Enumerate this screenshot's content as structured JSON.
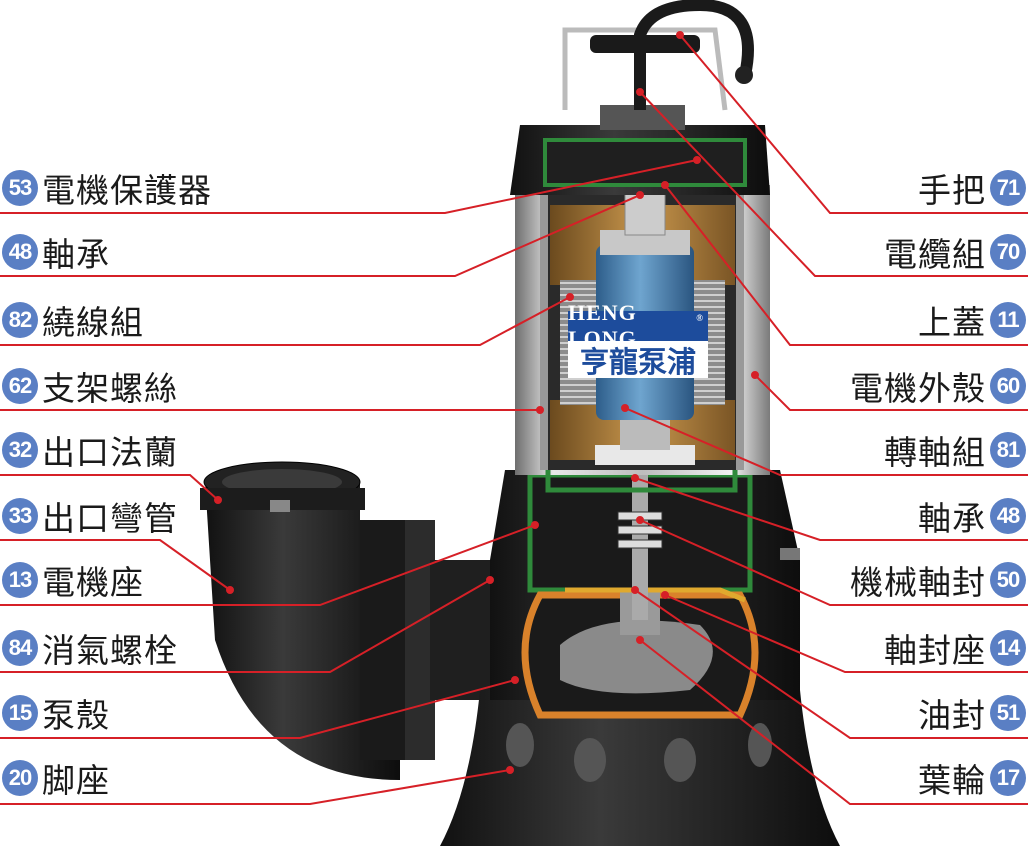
{
  "brand": {
    "name_en": "HENG LONG",
    "registered": "®",
    "name_zh": "亨龍泵浦"
  },
  "colors": {
    "badge": "#5a7fc4",
    "leader_line": "#d62027",
    "text": "#1a1a1a"
  },
  "left_labels": [
    {
      "num": "53",
      "text": "電機保護器"
    },
    {
      "num": "48",
      "text": "軸承"
    },
    {
      "num": "82",
      "text": "繞線組"
    },
    {
      "num": "62",
      "text": "支架螺絲"
    },
    {
      "num": "32",
      "text": "出口法蘭"
    },
    {
      "num": "33",
      "text": "出口彎管"
    },
    {
      "num": "13",
      "text": "電機座"
    },
    {
      "num": "84",
      "text": "消氣螺栓"
    },
    {
      "num": "15",
      "text": "泵殼"
    },
    {
      "num": "20",
      "text": "脚座"
    }
  ],
  "right_labels": [
    {
      "num": "71",
      "text": "手把"
    },
    {
      "num": "70",
      "text": "電纜組"
    },
    {
      "num": "11",
      "text": "上蓋"
    },
    {
      "num": "60",
      "text": "電機外殼"
    },
    {
      "num": "81",
      "text": "轉軸組"
    },
    {
      "num": "48",
      "text": "軸承"
    },
    {
      "num": "50",
      "text": "機械軸封"
    },
    {
      "num": "14",
      "text": "軸封座"
    },
    {
      "num": "51",
      "text": "油封"
    },
    {
      "num": "17",
      "text": "葉輪"
    }
  ]
}
